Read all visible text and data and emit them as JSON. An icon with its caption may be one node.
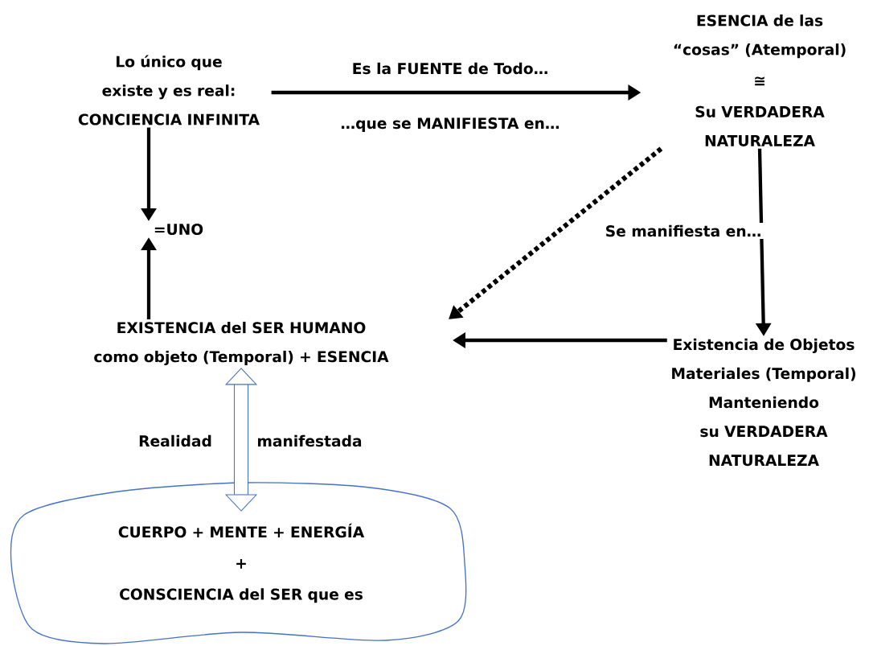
{
  "diagram": {
    "nodes": [
      {
        "text": [
          "Lo único que existe y es real: CONCIENCIA INFINITA"
        ]
      },
      {
        "text": [
          "ESENCIA de las “cosas” (Atemporal)",
          "≅",
          "Su VERDADERA NATURALEZA"
        ]
      },
      {
        "text": [
          "=UNO"
        ]
      },
      {
        "text": [
          "EXISTENCIA del SER HUMANO como objeto (Temporal) + ESENCIA"
        ]
      },
      {
        "text": [
          "Existencia de Objetos Materiales (Temporal) Manteniendo su VERDADERA NATURALEZA"
        ]
      },
      {
        "text": [
          "CUERPO + MENTE + ENERGÍA",
          "+",
          "CONSCIENCIA del SER que es"
        ]
      }
    ],
    "edges": [
      {
        "from": 0,
        "to": 1,
        "arrow": "to",
        "label": "Es la FUENTE de Todo…"
      },
      {
        "from": 1,
        "to": 3,
        "arrow": "to",
        "style": "dashed"
      },
      {
        "from": 1,
        "to": 4,
        "arrow": "to",
        "label": "Se manifiesta en…"
      },
      {
        "from": 4,
        "to": 3,
        "arrow": "to"
      },
      {
        "from": 0,
        "to": 2,
        "arrow": "to"
      },
      {
        "from": 3,
        "to": 2,
        "arrow": "to"
      },
      {
        "from": 3,
        "to": 5,
        "arrow": "both",
        "style": "thick",
        "color": "#4472c4"
      }
    ],
    "labels": [
      "…que se MANIFIESTA en…",
      "Realidad",
      "manifestada"
    ]
  }
}
